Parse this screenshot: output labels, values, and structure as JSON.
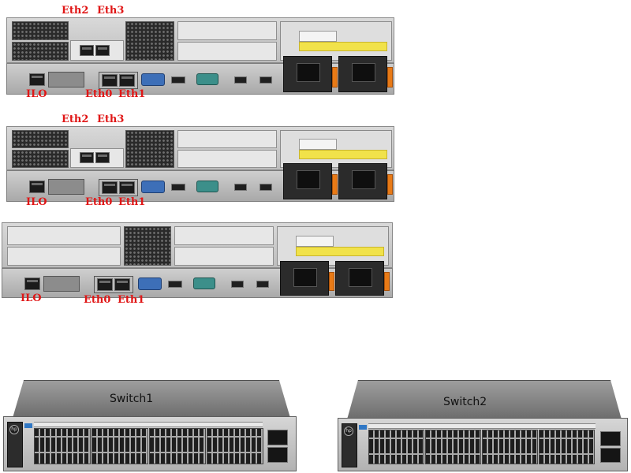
{
  "servers": [
    {
      "labels": {
        "eth2": "Eth2",
        "eth3": "Eth3",
        "ilo": "ILO",
        "eth0": "Eth0",
        "eth1": "Eth1"
      }
    },
    {
      "labels": {
        "eth2": "Eth2",
        "eth3": "Eth3",
        "ilo": "ILO",
        "eth0": "Eth0",
        "eth1": "Eth1"
      }
    },
    {
      "labels": {
        "ilo": "ILO",
        "eth0": "Eth0",
        "eth1": "Eth1"
      }
    }
  ],
  "switches": [
    {
      "name": "Switch1"
    },
    {
      "name": "Switch2"
    }
  ],
  "icons": {
    "vga_port": "vga-port-icon",
    "serial_port": "serial-port-icon",
    "power_socket": "power-socket-icon",
    "rj45_port": "rj45-port-icon",
    "logo": "hp-logo-icon"
  },
  "colors": {
    "label_red": "#e01616",
    "vga_blue": "#3d6fb8",
    "serial_teal": "#3c8f8a",
    "power_yellow": "#f1e24a",
    "handle_orange": "#e87a16"
  }
}
